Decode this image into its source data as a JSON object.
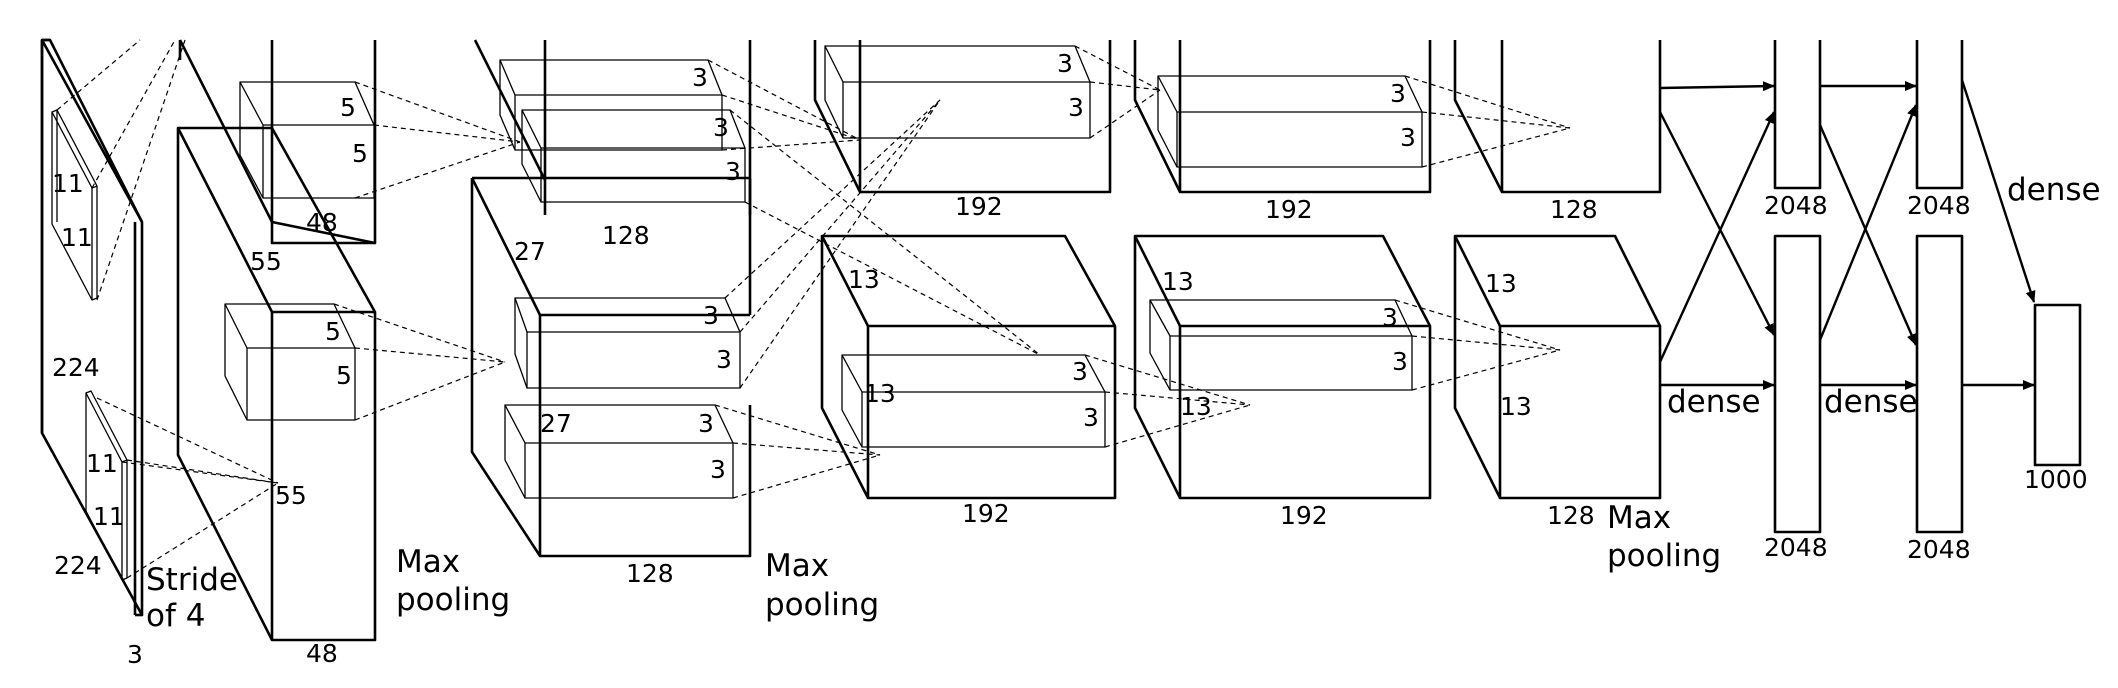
{
  "diagram": {
    "labels": {
      "input_h": "224",
      "input_w": "224",
      "input_c": "3",
      "k1_h_top": "11",
      "k1_w_top": "11",
      "k1_h_bot": "11",
      "k1_w_bot": "11",
      "stride_1": "Stride",
      "stride_2": "of 4",
      "c1_size_top": "55",
      "c1_size_bot": "55",
      "c1_k_top_h": "5",
      "c1_k_top_w": "5",
      "c1_k_bot_h": "5",
      "c1_k_bot_w": "5",
      "c1_depth_top": "48",
      "c1_depth_bot": "48",
      "pool1_1": "Max",
      "pool1_2": "pooling",
      "c2_size_top": "27",
      "c2_size_bot": "27",
      "c2_k_top_a": "3",
      "c2_k_top_b": "3",
      "c2_k_top_c": "3",
      "c2_k_bot_a": "3",
      "c2_k_bot_b": "3",
      "c2_k_bot_c": "3",
      "c2_k_bot_d": "3",
      "c2_depth_top": "128",
      "c2_depth_bot": "128",
      "pool2_1": "Max",
      "pool2_2": "pooling",
      "c3_k_top_a": "3",
      "c3_k_top_b": "3",
      "c3_size_bot": "13",
      "c3_size_bot_in": "13",
      "c3_k_bot_a": "3",
      "c3_k_bot_b": "3",
      "c3_depth_top": "192",
      "c3_depth_bot": "192",
      "c4_k_top_a": "3",
      "c4_k_top_b": "3",
      "c4_size_bot": "13",
      "c4_size_bot_in": "13",
      "c4_k_bot_a": "3",
      "c4_k_bot_b": "3",
      "c4_depth_top": "192",
      "c4_depth_bot": "192",
      "c5_size_bot": "13",
      "c5_size_bot_in": "13",
      "c5_depth_top": "128",
      "c5_depth_bot": "128",
      "pool3_1": "Max",
      "pool3_2": "pooling",
      "fc1_top": "2048",
      "fc1_bot": "2048",
      "fc2_top": "2048",
      "fc2_bot": "2048",
      "out": "1000",
      "dense_1": "dense",
      "dense_2": "dense",
      "dense_3": "dense"
    }
  }
}
